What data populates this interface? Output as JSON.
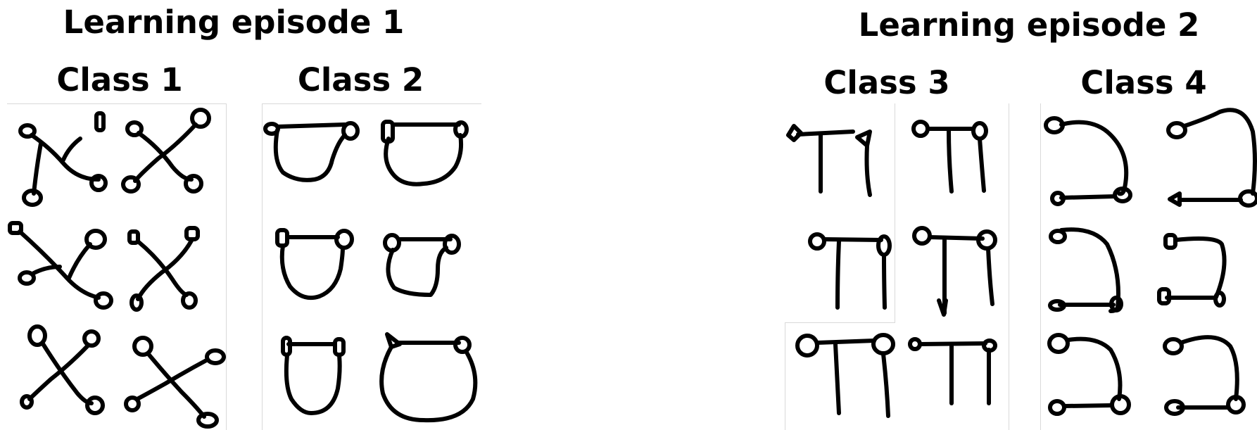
{
  "episodes": [
    {
      "title": "Learning episode 1",
      "classes": [
        {
          "label": "Class 1"
        },
        {
          "label": "Class 2"
        }
      ]
    },
    {
      "title": "Learning episode 2",
      "classes": [
        {
          "label": "Class 3"
        },
        {
          "label": "Class 4"
        }
      ]
    }
  ]
}
